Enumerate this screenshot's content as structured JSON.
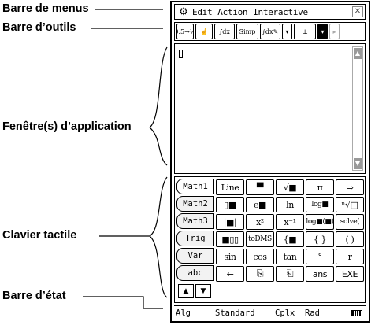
{
  "callouts": {
    "menu_bar": "Barre de menus",
    "toolbar": "Barre d’outils",
    "app_window": "Fenêtre(s) d’application",
    "keyboard": "Clavier tactile",
    "status_bar": "Barre d’état"
  },
  "menubar": {
    "items": [
      "Edit",
      "Action",
      "Interactive"
    ],
    "gear_icon": "⚙",
    "close_icon": "✕"
  },
  "toolbar": {
    "buttons": [
      "0.5→½",
      "☝",
      "∫dx",
      "Simp",
      "∫dx✎",
      "▾",
      "⊥",
      "▾",
      "▸"
    ]
  },
  "keypad": {
    "tabs": [
      "Math1",
      "Math2",
      "Math3",
      "Trig",
      "Var",
      "abc"
    ],
    "keys": [
      "Line",
      "▀",
      "√■",
      "π",
      "⇒",
      "▯■",
      "e■",
      "ln",
      "log■",
      "ⁿ√□",
      "|■|",
      "x²",
      "x⁻¹",
      "log■(■)",
      "solve(",
      "■▯▯",
      "toDMS",
      "{■",
      "{ }",
      "( )",
      "sin",
      "cos",
      "tan",
      "°",
      "r",
      "←",
      "⎘",
      "⎗",
      "ans",
      "EXE"
    ],
    "arrow_up": "▲",
    "arrow_down": "▼"
  },
  "statusbar": {
    "mode": "Alg",
    "format": "Standard",
    "complex": "Cplx",
    "angle": "Rad"
  }
}
